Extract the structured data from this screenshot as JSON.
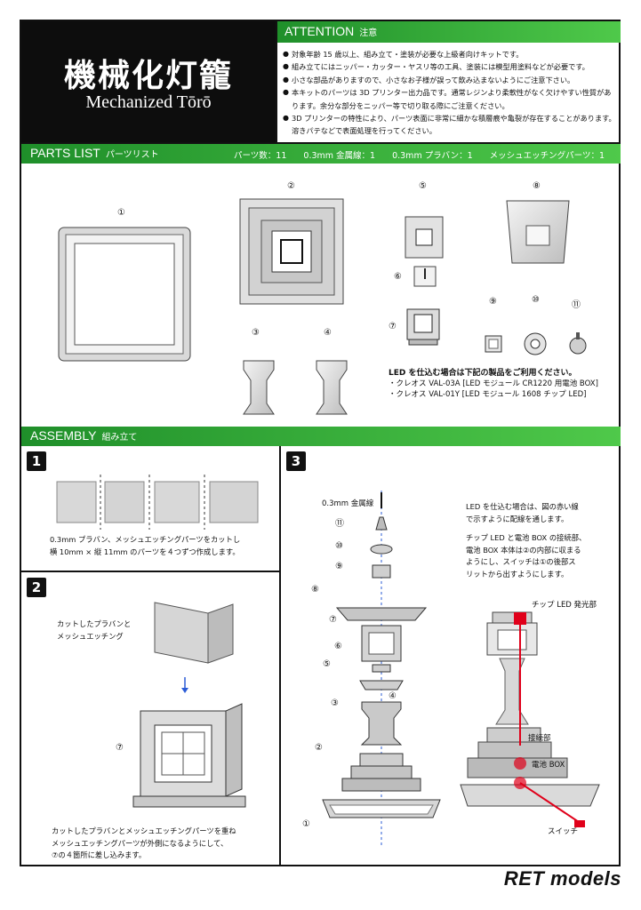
{
  "header": {
    "title_jp": "機械化灯籠",
    "title_en": "Mechanized Tōrō",
    "attention_label": "ATTENTION",
    "attention_sub": "注意",
    "attention_items": [
      "対象年齢 15 歳以上、組み立て・塗装が必要な上級者向けキットです。",
      "組み立てにはニッパー・カッター・ヤスリ等の工具、塗装には模型用塗料などが必要です。",
      "小さな部品がありますので、小さなお子様が誤って飲み込まないようにご注意下さい。",
      "本キットのパーツは 3D プリンター出力品です。通常レジンより柔軟性がなく欠けやすい性質があります。余分な部分をニッパー等で切り取る際にご注意ください。",
      "3D プリンターの特性により、パーツ表面に非常に細かな積層痕や亀裂が存在することがあります。溶きパテなどで表面処理を行ってください。"
    ]
  },
  "parts": {
    "label": "PARTS LIST",
    "sub": "パーツリスト",
    "count": "パーツ数：11　　0.3mm 金属線：1　　0.3mm プラバン：1　　メッシュエッチングパーツ：1",
    "numbers": [
      "①",
      "②",
      "③",
      "④",
      "⑤",
      "⑥",
      "⑦",
      "⑧",
      "⑨",
      "⑩",
      "⑪"
    ],
    "led_title": "LED を仕込む場合は下記の製品をご利用ください。",
    "led_items": [
      "・クレオス VAL-03A [LED モジュール CR1220 用電池 BOX]",
      "・クレオス VAL-01Y [LED モジュール 1608 チップ LED]"
    ]
  },
  "assembly": {
    "label": "ASSEMBLY",
    "sub": "組み立て",
    "step1": {
      "badge": "1",
      "text": [
        "0.3mm プラバン、メッシュエッチングパーツをカットし",
        "横 10mm × 縦 11mm のパーツを４つずつ作成します。"
      ]
    },
    "step2": {
      "badge": "2",
      "label": [
        "カットしたプラバンと",
        "メッシュエッチング"
      ],
      "part": "⑦",
      "text": [
        "カットしたプラバンとメッシュエッチングパーツを重ね",
        "メッシュエッチングパーツが外側になるようにして、",
        "⑦の４箇所に差し込みます。"
      ]
    },
    "step3": {
      "badge": "3",
      "wire": "0.3mm 金属線",
      "numbers": [
        "⑪",
        "⑩",
        "⑨",
        "⑧",
        "⑦",
        "⑥",
        "⑤",
        "③",
        "④",
        "②",
        "①"
      ],
      "text": [
        "LED を仕込む場合は、図の赤い線",
        "で示すように配線を通します。",
        "",
        "チップ LED と電池 BOX の接続部、",
        "電池 BOX 本体は②の内部に収まる",
        "ようにし、スイッチは①の後部ス",
        "リットから出すようにします。"
      ],
      "led_label": "チップ LED 発光部",
      "joint_label": "接続部",
      "battery_label": "電池 BOX",
      "switch_label": "スイッチ"
    }
  },
  "logo": "RET models",
  "colors": {
    "green_dark": "#1f8f2a",
    "green_light": "#4fc94a",
    "led_red": "#e0001a"
  }
}
